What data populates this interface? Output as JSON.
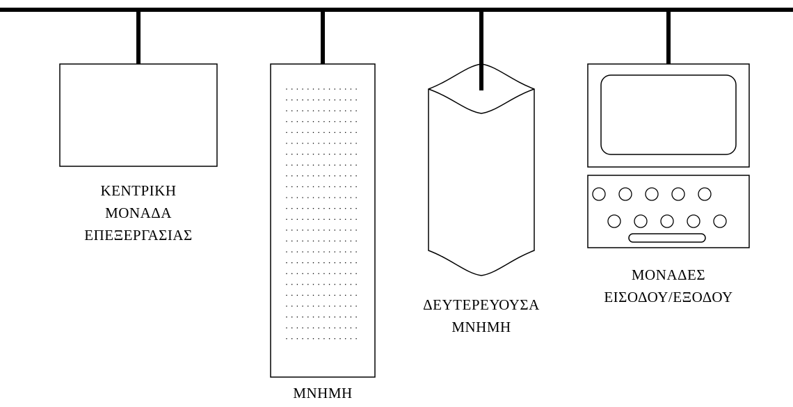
{
  "diagram": {
    "components": {
      "cpu": {
        "label_lines": [
          "ΚΕΝΤΡΙΚΗ",
          "ΜΟΝΑΔΑ",
          "ΕΠΕΞΕΡΓΑΣΙΑΣ"
        ]
      },
      "memory": {
        "label_lines": [
          "ΜΝΗΜΗ"
        ]
      },
      "secondary_storage": {
        "label_lines": [
          "ΔΕΥΤΕΡΕΥΟΥΣΑ",
          "ΜΝΗΜΗ"
        ]
      },
      "io_units": {
        "label_lines": [
          "ΜΟΝΑΔΕΣ",
          "ΕΙΣΟΔΟΥ/ΕΞΟΔΟΥ"
        ]
      }
    },
    "colors": {
      "stroke": "#000000",
      "background": "#ffffff"
    }
  }
}
